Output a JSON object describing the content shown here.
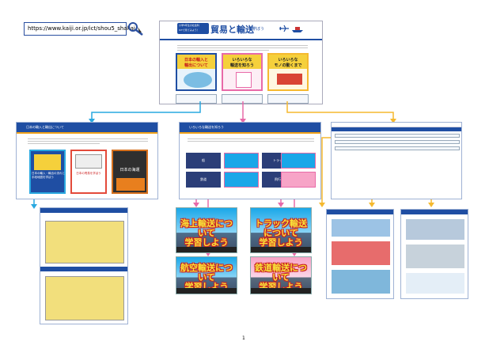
{
  "url": "https://www.kaiji.or.jp/ict/shou5_shakai/",
  "site": {
    "logo_top": "小学5年生の社会科",
    "logo_bottom": "ICTで見てみよう！",
    "title": "貿易と輸送",
    "title_suffix": "を学ぼう"
  },
  "cards": [
    {
      "label": "日本の輸入と\n輸出について"
    },
    {
      "label": "いろいろな\n輸送を知ろう"
    },
    {
      "label": "いろいろな\nモノの動くまで"
    }
  ],
  "sections": {
    "left_title": "日本の輸入と輸出について",
    "left_cards": [
      {
        "label": "日本の輸入・輸出の流れと\n手段地図を学ぼう"
      },
      {
        "label": "日本の貿易を学ぼう"
      },
      {
        "label": "日本の海運"
      }
    ],
    "mid_title": "いろいろな輸送を知ろう",
    "mid_tiles": [
      "船",
      "鉄道",
      "トラック",
      "飛行機"
    ]
  },
  "videos": [
    {
      "title": "海上輸送について\n学習しよう"
    },
    {
      "title": "トラック輸送について\n学習しよう"
    },
    {
      "title": "航空輸送について\n学習しよう"
    },
    {
      "title": "鉄道輸送について\n学習しよう"
    }
  ],
  "page_number": "1",
  "colors": {
    "header_blue": "#1f4ea3",
    "arrow_blue": "#29a8e0",
    "arrow_pink": "#e86aa8",
    "arrow_yellow": "#f5b92f"
  }
}
